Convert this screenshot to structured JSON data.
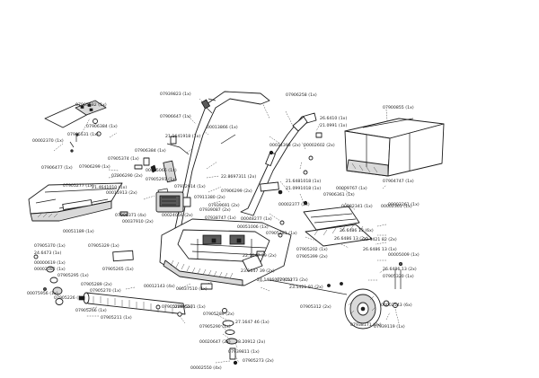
{
  "diagram": {
    "type": "exploded-parts-view",
    "callouts": [
      "07905582 (1x)",
      "07906384 (1x)",
      "07905531 (1x)",
      "00002370 (1x)",
      "07905374 (1x)",
      "07906477 (1x)",
      "07906299 (1x)",
      "07905277 (1x)",
      "21.4641010 (1x)",
      "07906290 (2x)",
      "00011913 (2x)",
      "00051189 (1x)",
      "00075066 (1x)",
      "07905291 (1x)",
      "07912914 (1x)",
      "07939087 (2x)",
      "07911380 (2x)",
      "00024056 (2x)",
      "00037910 (2x)",
      "07906371 (4x)",
      "07939823 (1x)",
      "07906647 (1x)",
      "00013866 (1x)",
      "21.1641918 (1x)",
      "07906384 (1x)",
      "07906299 (2x)",
      "22.8697311 (2x)",
      "07939691 (2x)",
      "07938747 (1x)",
      "00048277 (1x)",
      "00051006 (1x)",
      "07906258 (1x)",
      "26.6410 (1x)",
      "21.0991 (1x)",
      "00034393 (2x)",
      "00002602 (2x)",
      "21.6481018 (1x)",
      "21.0991018 (1x)",
      "00002377 (2x)",
      "07905281 (1x)",
      "07905202 (1x)",
      "07905399 (2x)",
      "07905329 (1x)",
      "07905265 (1x)",
      "07905370 (1x)",
      "24.6473 (1x)",
      "00000619 (1x)",
      "00002382 (1x)",
      "07905295 (1x)",
      "07905289 (2x)",
      "00075956 (1x)",
      "07905226 (1x)",
      "07905270 (1x)",
      "07905289 (2x)",
      "07905266 (1x)",
      "07905211 (1x)",
      "00012143 (4x)",
      "00037510 (1x)",
      "22.1647 39 (2x)",
      "23.1647 39 (2x)",
      "24.1406072 (1x)",
      "07905273 (2x)",
      "23.5421 91 (2x)",
      "07905312 (2x)",
      "07905289 (2x)",
      "07905271 (1x)",
      "07905290 (1x)",
      "00020647 (2x)",
      "27.1647 46 (1x)",
      "28.20912 (2x)",
      "07939811 (1x)",
      "00002550 (4x)",
      "07905273 (2x)",
      "00009767 (1x)",
      "00002361 (1x)",
      "00082341 (1x)",
      "26.6486 13 (6x)",
      "26.6486 13 (2x)",
      "23.5421 82 (2x)",
      "26.6486 13 (1x)",
      "00005009 (1x)",
      "26.6486 13 (2x)",
      "07905320 (1x)",
      "00002543 (6x)",
      "07938171 (2x)",
      "07939119 (1x)",
      "07900855 (1x)",
      "07904747 (1x)",
      "00002261 (1x)",
      "07906361 (1x)"
    ]
  }
}
